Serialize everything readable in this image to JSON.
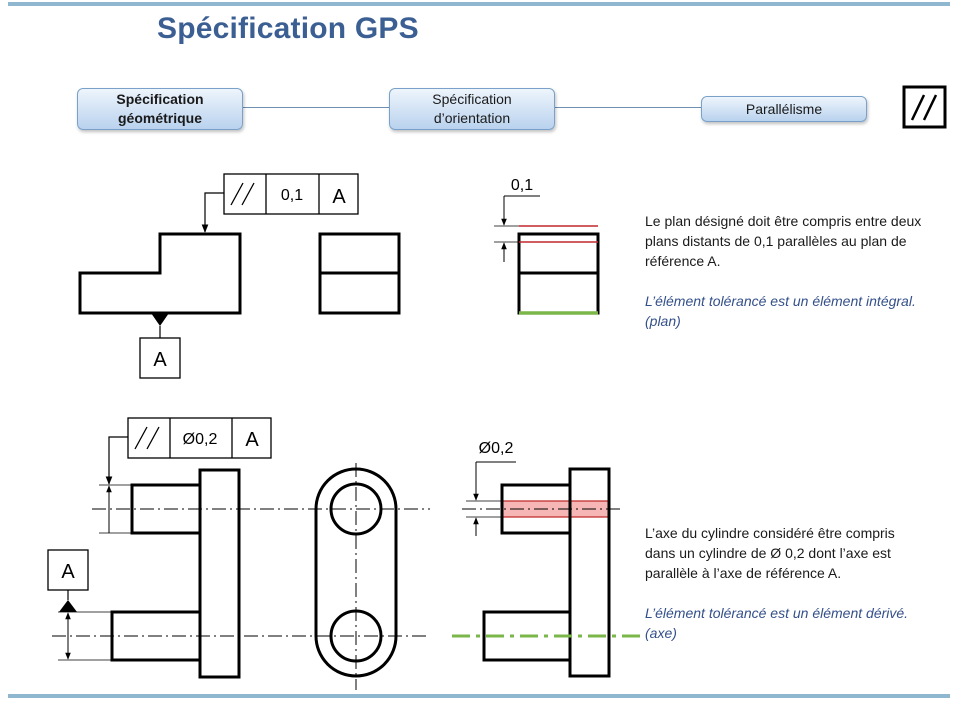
{
  "header": {
    "title": "Spécification GPS"
  },
  "breadcrumb": [
    {
      "label": "Spécification\ngéométrique",
      "active": true
    },
    {
      "label": "Spécification\nd’orientation",
      "active": false
    },
    {
      "label": "Parallélisme",
      "active": false
    }
  ],
  "symbol_icon": "parallelism-symbol",
  "section_plan": {
    "frame": {
      "symbol": "//",
      "tolerance": "0,1",
      "datum": "A"
    },
    "datum_label": "A",
    "zone_label": "0,1",
    "description": "Le plan désigné doit être compris entre deux plans distants de 0,1 parallèles au plan de référence  A.",
    "note_line1": "L’élément tolérancé est un élément intégral.",
    "note_line2": "(plan)"
  },
  "section_axe": {
    "frame": {
      "symbol": "//",
      "tolerance": "Ø0,2",
      "datum": "A"
    },
    "datum_label": "A",
    "zone_label": "Ø0,2",
    "description": "L’axe du cylindre considéré être compris dans un cylindre de Ø 0,2 dont l’axe est parallèle à l’axe de référence  A.",
    "note_line1": "L’élément tolérancé est un élément dérivé.",
    "note_line2": "(axe)"
  },
  "colors": {
    "title": "#3b5f93",
    "note": "#34508a",
    "zone_red": "#c0292b",
    "zone_green": "#7ab648",
    "rule": "#8fb7cf"
  }
}
